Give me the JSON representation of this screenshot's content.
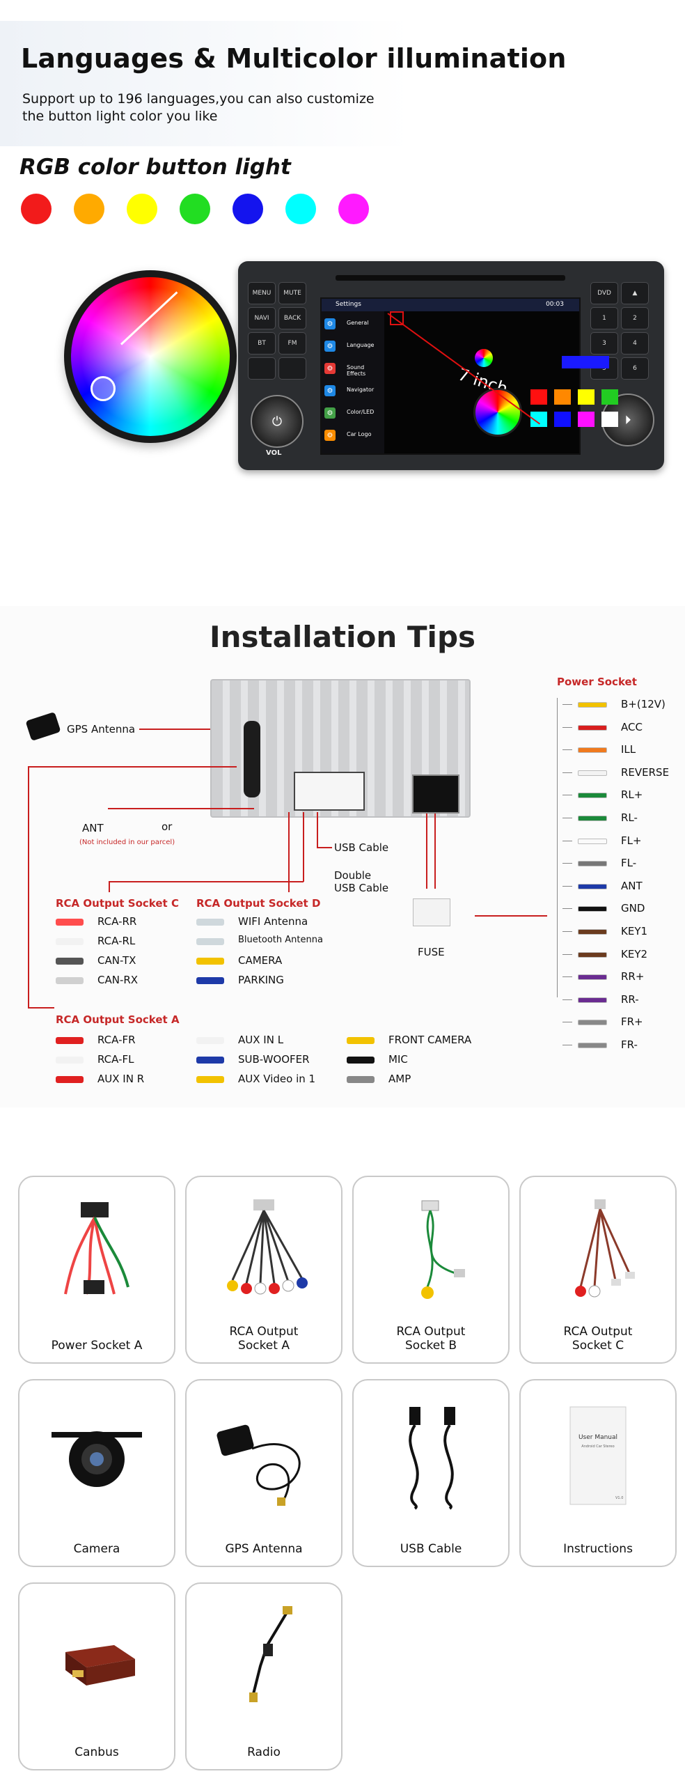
{
  "section1": {
    "title": "Languages & Multicolor illumination",
    "subtitle": "Support up to 196 languages,you can also customize the button light color you like",
    "rgb_title": "RGB color button light",
    "swatches": [
      "#f21b1b",
      "#ffaa00",
      "#ffff00",
      "#22dd22",
      "#1414ee",
      "#00ffff",
      "#ff1aff"
    ],
    "radio": {
      "buttons_left": [
        "MENU",
        "MUTE",
        "NAVI",
        "BACK",
        "BT",
        "FM",
        "",
        ""
      ],
      "buttons_right": [
        "DVD",
        "▲",
        "1",
        "2",
        "3",
        "4",
        "5",
        "6"
      ],
      "vol_label": "VOL",
      "screen": {
        "status_title": "Settings",
        "clock": "00:03",
        "size_text": "7 inch",
        "menu": [
          "General",
          "Language",
          "Sound Effects",
          "Navigator",
          "Color/LED",
          "Car Logo"
        ],
        "menu_icon_colors": [
          "#1e88e5",
          "#1e88e5",
          "#e53935",
          "#1e88e5",
          "#43a047",
          "#fb8c00"
        ],
        "tile_colors": [
          "#ff1010",
          "#ff8800",
          "#ffff00",
          "#22cc22",
          "#00ffff",
          "#1010ff",
          "#ff10ff",
          "#ffffff"
        ]
      }
    }
  },
  "section2": {
    "title": "Installation Tips",
    "gps_antenna": "GPS Antenna",
    "ant": "ANT",
    "or": "or",
    "ant_note": "(Not included in our parcel)",
    "usb_cable": "USB Cable",
    "double_usb": "Double\nUSB Cable",
    "fuse": "FUSE",
    "rca_c": {
      "heading": "RCA Output Socket C",
      "items": [
        "RCA-RR",
        "RCA-RL",
        "CAN-TX",
        "CAN-RX"
      ]
    },
    "rca_d": {
      "heading": "RCA Output Socket D",
      "items": [
        "WIFI Antenna",
        "Bluetooth Antenna",
        "CAMERA",
        "PARKING"
      ]
    },
    "rca_a": {
      "heading": "RCA Output Socket A",
      "col1": [
        "RCA-FR",
        "RCA-FL",
        "AUX IN R"
      ],
      "col2": [
        "AUX IN L",
        "SUB-WOOFER",
        "AUX Video in 1"
      ],
      "col3": [
        "FRONT CAMERA",
        "MIC",
        "AMP"
      ]
    },
    "power_socket": {
      "heading": "Power Socket",
      "items": [
        "B+(12V)",
        "ACC",
        "ILL",
        "REVERSE",
        "RL+",
        "RL-",
        "FL+",
        "FL-",
        "ANT",
        "GND",
        "KEY1",
        "KEY2",
        "RR+",
        "RR-",
        "FR+",
        "FR-"
      ],
      "colors": [
        "#f2c200",
        "#d81e1e",
        "#f07a1e",
        "#f3f3f3",
        "#1b8a3a",
        "#1b8a3a",
        "#fafafa",
        "#777777",
        "#1e3aa8",
        "#111111",
        "#6b3b1e",
        "#6b3b1e",
        "#6a2c91",
        "#6a2c91",
        "#888888",
        "#888888"
      ]
    }
  },
  "section3": {
    "cards": [
      "Power Socket A",
      "RCA Output\nSocket A",
      "RCA Output\nSocket B",
      "RCA Output\nSocket C",
      "Camera",
      "GPS Antenna",
      "USB Cable",
      "Instructions",
      "Canbus",
      "Radio"
    ],
    "manual_title": "User Manual",
    "manual_sub": "Android Car Stereo",
    "manual_ver": "V1.0"
  }
}
